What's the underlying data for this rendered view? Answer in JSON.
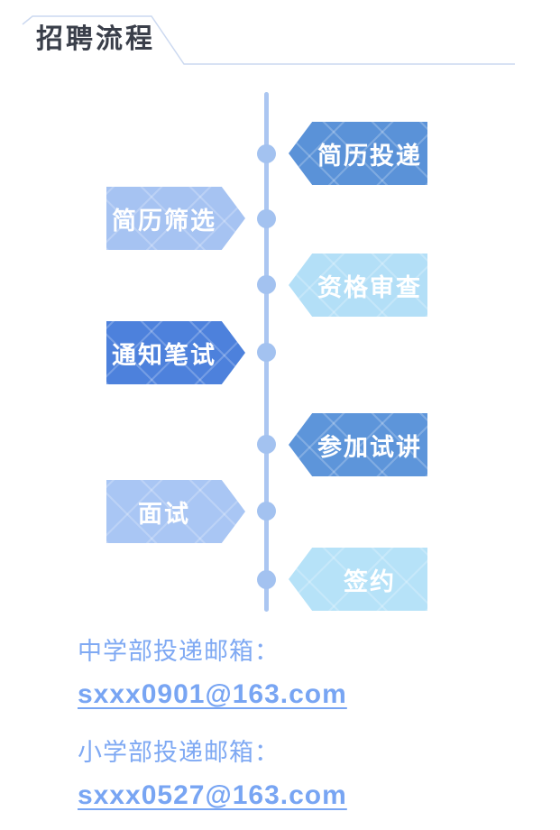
{
  "header": {
    "title": "招聘流程",
    "title_color": "#3a3f4a",
    "outline_color": "#ccd9f0"
  },
  "timeline": {
    "line_color": "#abc6f1",
    "dot_color": "#a3c2f0"
  },
  "steps": [
    {
      "label": "简历投递",
      "side": "right",
      "color": "#5a92d8"
    },
    {
      "label": "简历筛选",
      "side": "left",
      "color": "#a6c3f2"
    },
    {
      "label": "资格审查",
      "side": "right",
      "color": "#b3dff7"
    },
    {
      "label": "通知笔试",
      "side": "left",
      "color": "#4d81dc"
    },
    {
      "label": "参加试讲",
      "side": "right",
      "color": "#5d95da"
    },
    {
      "label": "面试",
      "side": "left",
      "color": "#a9c6f4"
    },
    {
      "label": "签约",
      "side": "right",
      "color": "#b6e2f8"
    }
  ],
  "contacts": {
    "label_color": "#7fa9f3",
    "email_color": "#78a5f3",
    "items": [
      {
        "label": "中学部投递邮箱：",
        "email": "sxxx0901@163.com"
      },
      {
        "label": "小学部投递邮箱：",
        "email": "sxxx0527@163.com"
      }
    ]
  }
}
